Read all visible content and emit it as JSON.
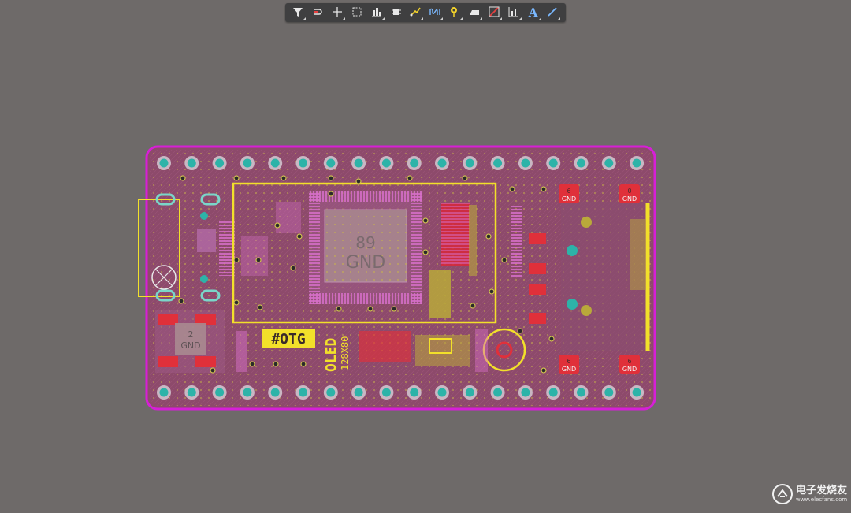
{
  "toolbar": {
    "tools": [
      {
        "name": "filter",
        "icon": "filter-icon"
      },
      {
        "name": "interactive-route",
        "icon": "route-icon"
      },
      {
        "name": "place-component",
        "icon": "crosshair-icon"
      },
      {
        "name": "select-rectangle",
        "icon": "rect-select-icon"
      },
      {
        "name": "align",
        "icon": "align-icon"
      },
      {
        "name": "place-component-2",
        "icon": "component-icon"
      },
      {
        "name": "route",
        "icon": "route-pen-icon"
      },
      {
        "name": "diff-pair",
        "icon": "wave-icon"
      },
      {
        "name": "place-via",
        "icon": "via-icon"
      },
      {
        "name": "polygon",
        "icon": "polygon-icon"
      },
      {
        "name": "keepout",
        "icon": "keepout-icon"
      },
      {
        "name": "dimension",
        "icon": "chart-icon"
      },
      {
        "name": "text",
        "icon": "text-icon",
        "label": "A"
      },
      {
        "name": "line",
        "icon": "line-icon"
      }
    ]
  },
  "pcb": {
    "labels": {
      "chip_pad_num": "89",
      "chip_pad_net": "GND",
      "regulator_num": "2",
      "regulator_net": "GND",
      "otg_label": "#OTG",
      "oled_label": "OLED",
      "oled_size": "128X80",
      "pad_top_left_num": "6",
      "pad_top_left_net": "GND",
      "pad_top_right_num": "0",
      "pad_top_right_net": "GND",
      "pad_bot_left_num": "6",
      "pad_bot_left_net": "GND",
      "pad_bot_right_num": "6",
      "pad_bot_right_net": "GND"
    }
  },
  "colors": {
    "background": "#6e6a69",
    "board": "#8d4a6b",
    "outline": "#d61fd6",
    "silkscreen": "#f2e02a",
    "pad": "#2db3a8",
    "copper": "#e0303a"
  },
  "watermark": {
    "text": "电子发烧友",
    "url": "www.elecfans.com"
  }
}
